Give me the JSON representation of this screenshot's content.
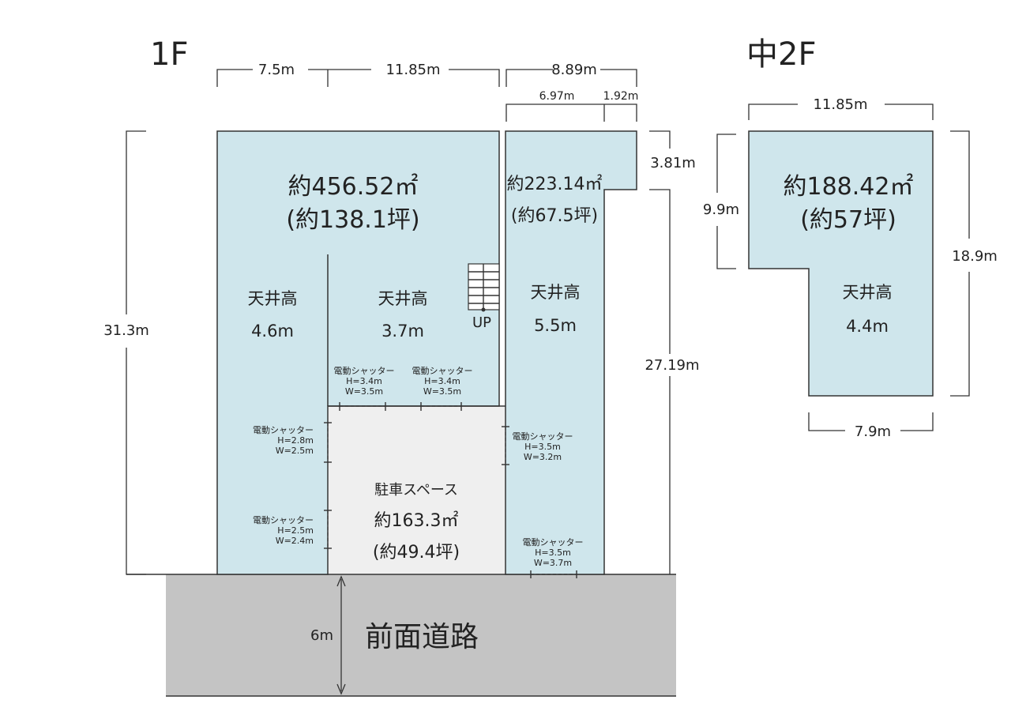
{
  "floor_1f": {
    "title": "1F",
    "dims": {
      "top_left": "7.5m",
      "top_mid": "11.85m",
      "top_right": "8.89m",
      "top_right_a": "6.97m",
      "top_right_b": "1.92m",
      "left_height": "31.3m",
      "right_notch": "3.81m",
      "right_height": "27.19m",
      "road_width": "6m"
    },
    "main_area": {
      "area": "約456.52㎡",
      "tsubo": "(約138.1坪)"
    },
    "side_area": {
      "area": "約223.14㎡",
      "tsubo": "(約67.5坪)"
    },
    "ceilings": [
      {
        "label": "天井高",
        "value": "4.6m"
      },
      {
        "label": "天井高",
        "value": "3.7m"
      },
      {
        "label": "天井高",
        "value": "5.5m"
      }
    ],
    "stairs_label": "UP",
    "shutters": [
      {
        "name": "電動シャッター",
        "h": "H=3.4m",
        "w": "W=3.5m"
      },
      {
        "name": "電動シャッター",
        "h": "H=3.4m",
        "w": "W=3.5m"
      },
      {
        "name": "電動シャッター",
        "h": "H=2.8m",
        "w": "W=2.5m"
      },
      {
        "name": "電動シャッター",
        "h": "H=2.5m",
        "w": "W=2.4m"
      },
      {
        "name": "電動シャッター",
        "h": "H=3.5m",
        "w": "W=3.2m"
      },
      {
        "name": "電動シャッター",
        "h": "H=3.5m",
        "w": "W=3.7m"
      }
    ],
    "parking": {
      "label": "駐車スペース",
      "area": "約163.3㎡",
      "tsubo": "(約49.4坪)"
    },
    "road_label": "前面道路"
  },
  "floor_m2f": {
    "title": "中2F",
    "dims": {
      "top": "11.85m",
      "left": "9.9m",
      "right": "18.9m",
      "bottom": "7.9m"
    },
    "area": "約188.42㎡",
    "tsubo": "(約57坪)",
    "ceiling": {
      "label": "天井高",
      "value": "4.4m"
    }
  },
  "colors": {
    "room": "#cfe6ec",
    "parking": "#efefef",
    "road": "#c4c4c4",
    "line": "#333333"
  }
}
